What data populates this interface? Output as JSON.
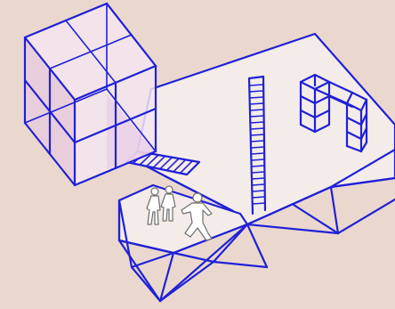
{
  "colors": {
    "background": "#ead8ce",
    "line": "#2020d8",
    "box_fill": "#f3e6ee",
    "box_tint": "#e6c6e6",
    "platform_fill": "#f4ece8",
    "figure_fill": "#ffffff",
    "figure_stroke": "#6e6e6e"
  },
  "diagram": {
    "elements": [
      "raised-cube-frame",
      "striped-bridge",
      "main-deck",
      "tall-ladder-tower",
      "shelf-scaffold",
      "lower-platform",
      "people-figures"
    ]
  }
}
